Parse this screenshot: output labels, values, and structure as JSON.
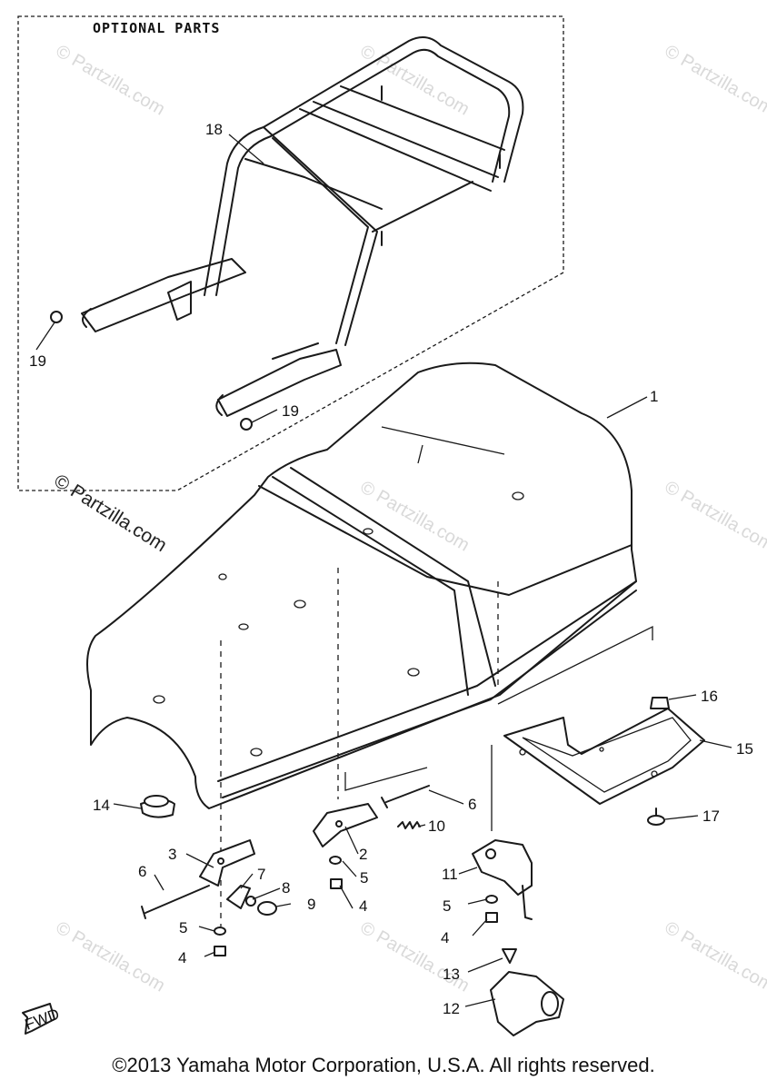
{
  "optional_box": {
    "label": "OPTIONAL PARTS"
  },
  "watermarks": {
    "main": "© Partzilla.com",
    "faint": "© Partzilla.com"
  },
  "callouts": [
    {
      "id": "c1",
      "text": "1"
    },
    {
      "id": "c2",
      "text": "2"
    },
    {
      "id": "c3",
      "text": "3"
    },
    {
      "id": "c4a",
      "text": "4"
    },
    {
      "id": "c4b",
      "text": "4"
    },
    {
      "id": "c4c",
      "text": "4"
    },
    {
      "id": "c5a",
      "text": "5"
    },
    {
      "id": "c5b",
      "text": "5"
    },
    {
      "id": "c5c",
      "text": "5"
    },
    {
      "id": "c6a",
      "text": "6"
    },
    {
      "id": "c6b",
      "text": "6"
    },
    {
      "id": "c7",
      "text": "7"
    },
    {
      "id": "c8",
      "text": "8"
    },
    {
      "id": "c9",
      "text": "9"
    },
    {
      "id": "c10",
      "text": "10"
    },
    {
      "id": "c11",
      "text": "11"
    },
    {
      "id": "c12",
      "text": "12"
    },
    {
      "id": "c13",
      "text": "13"
    },
    {
      "id": "c14",
      "text": "14"
    },
    {
      "id": "c15",
      "text": "15"
    },
    {
      "id": "c16",
      "text": "16"
    },
    {
      "id": "c17",
      "text": "17"
    },
    {
      "id": "c18",
      "text": "18"
    },
    {
      "id": "c19a",
      "text": "19"
    },
    {
      "id": "c19b",
      "text": "19"
    }
  ],
  "fwd_label": "FWD",
  "footer": {
    "copyright": "©2013 Yamaha Motor Corporation, U.S.A. All rights reserved."
  }
}
